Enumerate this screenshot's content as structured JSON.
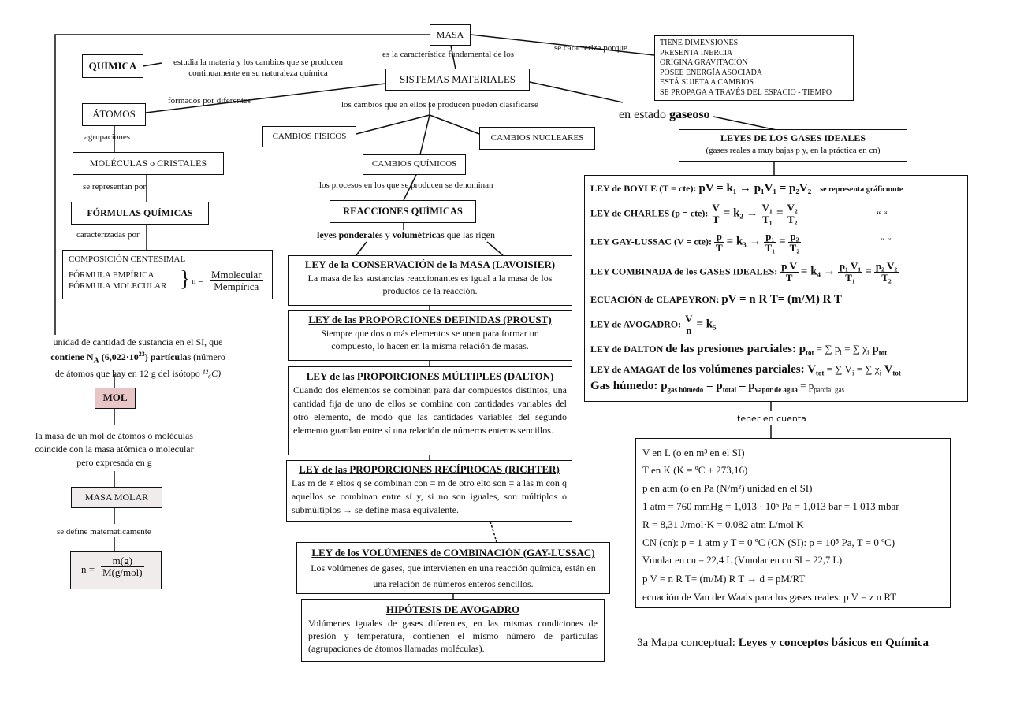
{
  "nodes": {
    "masa": "MASA",
    "quimica": "QUÍMICA",
    "sistemas": "SISTEMAS MATERIALES",
    "atomos": "ÁTOMOS",
    "moleculas": "MOLÉCULAS o CRISTALES",
    "formulas": "FÓRMULAS  QUÍMICAS",
    "cambios_fisicos": "CAMBIOS FÍSICOS",
    "cambios_quimicos": "CAMBIOS QUÍMICOS",
    "cambios_nucleares": "CAMBIOS NUCLEARES",
    "reacciones": "REACCIONES  QUÍMICAS",
    "mol": "MOL",
    "masa_molar": "MASA MOLAR",
    "gaseoso_pre": "en estado ",
    "gaseoso": "gaseoso"
  },
  "links": {
    "estudia": "estudia la materia y los cambios que se producen",
    "estudia2": "continuamente en su naturaleza química",
    "caracteristica": "es la característica fundamental de los",
    "caracteriza": "se caracteriza porque",
    "formados": "formados por diferentes",
    "clasificarse": "los cambios que en ellos se producen pueden clasificarse",
    "agrupaciones": "agrupaciones",
    "representan": "se representan por",
    "procesos": "los procesos en los que se producen se denominan",
    "leyes_rigen_a": "leyes ponderales",
    "leyes_rigen_b": " y ",
    "leyes_rigen_c": "volumétricas",
    "leyes_rigen_d": " que las rigen",
    "caracterizadas": "caracterizadas por",
    "mol_desc_1": "unidad de cantidad de sustancia en el SI, que",
    "mol_desc_2a": "contiene N",
    "mol_desc_2b": "A",
    "mol_desc_2c": " (6,022·10",
    "mol_desc_2d": "23",
    "mol_desc_2e": ") partículas",
    "mol_desc_2f": " (número",
    "mol_desc_3": "de átomos que hay en 12 g del isótopo ",
    "mol_desc_iso": "¹²₆C)",
    "masa_mol_1": "la masa de un mol de átomos o moléculas",
    "masa_mol_2": "coincide con la masa atómica o molecular",
    "masa_mol_3": "pero expresada en g",
    "define": "se define matemáticamente",
    "tener": "tener en cuenta"
  },
  "masa_props": [
    "TIENE DIMENSIONES",
    "PRESENTA INERCIA",
    "ORIGINA GRAVITACIÓN",
    "POSEE ENERGÍA ASOCIADA",
    "ESTÁ SUJETA A CAMBIOS",
    "SE PROPAGA A TRAVÉS DEL ESPACIO - TIEMPO"
  ],
  "composicion": {
    "line1": "COMPOSICIÓN CENTESIMAL",
    "line2": "FÓRMULA EMPÍRICA",
    "line3": "FÓRMULA MOLECULAR",
    "eq": "n =",
    "num": "Mmolecular",
    "den": "Mempírica"
  },
  "n_formula": {
    "eq": "n =",
    "num": "m(g)",
    "den": "M(g/mol)"
  },
  "laws": [
    {
      "title": "LEY  de  la  CONSERVACIÓN  de  la  MASA  (LAVOISIER)",
      "body": "La masa de las sustancias reaccionantes es igual a la masa de los productos de la reacción."
    },
    {
      "title": "LEY  de  las  PROPORCIONES  DEFINIDAS  (PROUST)",
      "body": "Siempre que dos o más elementos se unen para formar un compuesto, lo hacen en la misma relación de masas."
    },
    {
      "title": "LEY  de  las  PROPORCIONES  MÚLTIPLES  (DALTON)",
      "body": "Cuando dos elementos se combinan para dar compuestos distintos, una cantidad fija de uno de ellos se combina con cantidades variables del otro elemento, de modo que las cantidades variables del segundo elemento guardan entre sí una relación de números enteros sencillos."
    },
    {
      "title": "LEY  de  las  PROPORCIONES  RECÍPROCAS  (RICHTER)",
      "body": "Las m de ≠ eltos q se combinan con = m de otro elto son = a las m con q aquellos se combinan entre sí y, si no son iguales, son múltiplos o submúltiplos → se define masa equivalente."
    },
    {
      "title": "LEY  de  los  VOLÚMENES  de  COMBINACIÓN  (GAY-LUSSAC)",
      "body": "Los volúmenes de gases, que intervienen en una reacción química, están en una relación de números enteros sencillos."
    },
    {
      "title": "HIPÓTESIS  DE  AVOGADRO",
      "body": "Volúmenes iguales de gases diferentes, en las mismas condiciones de presión y temperatura, contienen el mismo número de partículas (agrupaciones de átomos llamadas moléculas)."
    }
  ],
  "gases_header": {
    "title": "LEYES  DE LOS  GASES  IDEALES",
    "sub": "(gases reales a muy bajas p y, en la práctica en cn)"
  },
  "gas_laws": {
    "boyle_a": "LEY  de  BOYLE  (T = cte): ",
    "boyle_b": "pV = k₁  →  p₁V₁ = p₂V₂",
    "boyle_c": "se representa gráficmnte",
    "charles_a": "LEY  de  CHARLES  (p = cte): ",
    "charles_eq": "= k₂  →",
    "charles_q": "“  “",
    "gl_a": "LEY  GAY-LUSSAC  (V = cte): ",
    "gl_eq": "= k₃  →",
    "gl_q": "“  “",
    "comb_a": "LEY  COMBINADA de los GASES IDEALES: ",
    "comb_eq": "= k₄  →",
    "clapeyron_a": "ECUACIÓN  de  CLAPEYRON: ",
    "clapeyron_b": "pV = n R T= (m/M) R T",
    "avogadro_a": "LEY  de  AVOGADRO: ",
    "avogadro_eq": "= k₅",
    "dalton_a": "LEY  de  DALTON ",
    "dalton_b": "de las presiones parciales: ",
    "dalton_c": "p",
    "dalton_c_sub": "tot",
    "dalton_d": " = ∑ p",
    "dalton_d_sub": "i",
    "dalton_e": " = ∑  χ",
    "dalton_e_sub": "i",
    "dalton_f": " p",
    "dalton_f_sub": "tot",
    "amagat_a": "LEY  de  AMAGAT ",
    "amagat_b": "de los volúmenes parciales: ",
    "amagat_c": "V",
    "amagat_c_sub": "tot",
    "amagat_d": " = ∑ V",
    "amagat_d_sub": "i",
    "amagat_e": " = ∑  χ",
    "amagat_e_sub": "i",
    "amagat_f": " V",
    "amagat_f_sub": "tot",
    "humedo_a": "Gas húmedo: ",
    "humedo_b": "p",
    "humedo_b_sub": "gas húmedo",
    "humedo_c": " = p",
    "humedo_c_sub": "total",
    "humedo_d": " – p",
    "humedo_d_sub": "vapor de agua",
    "humedo_e": " = p",
    "humedo_e_sub": "parcial  gas",
    "frac_V": "V",
    "frac_T": "T",
    "frac_p": "p",
    "frac_n": "n",
    "frac_V1": "V₁",
    "frac_T1": "T₁",
    "frac_V2": "V₂",
    "frac_T2": "T₂",
    "frac_p1": "p₁",
    "frac_p2": "p₂",
    "frac_pV": "p V",
    "frac_p1V1": "p₁ V₁",
    "frac_p2V2": "p₂ V₂"
  },
  "notes": [
    "V en L (o en m³ en el SI)",
    "T en K (K = ºC + 273,16)",
    "p en atm (o en Pa (N/m²) unidad en el SI)",
    "1 atm = 760  mmHg  = 1,013 · 10⁵ Pa = 1,013  bar = 1 013 mbar",
    "R = 8,31  J/mol·K = 0,082  atm L/mol  K",
    "CN (cn): p = 1 atm y T = 0 ºC      (CN (SI): p = 10⁵ Pa, T = 0 ºC)",
    "Vmolar en cn = 22,4  L                    (Vmolar en cn SI  = 22,7  L)",
    "p V = n R T= (m/M) R T   →   d = pM/RT",
    "ecuación de Van der Waals para los gases reales: p V = z n RT"
  ],
  "caption": {
    "prefix": "3a Mapa conceptual: ",
    "title": "Leyes y conceptos básicos en Química"
  }
}
